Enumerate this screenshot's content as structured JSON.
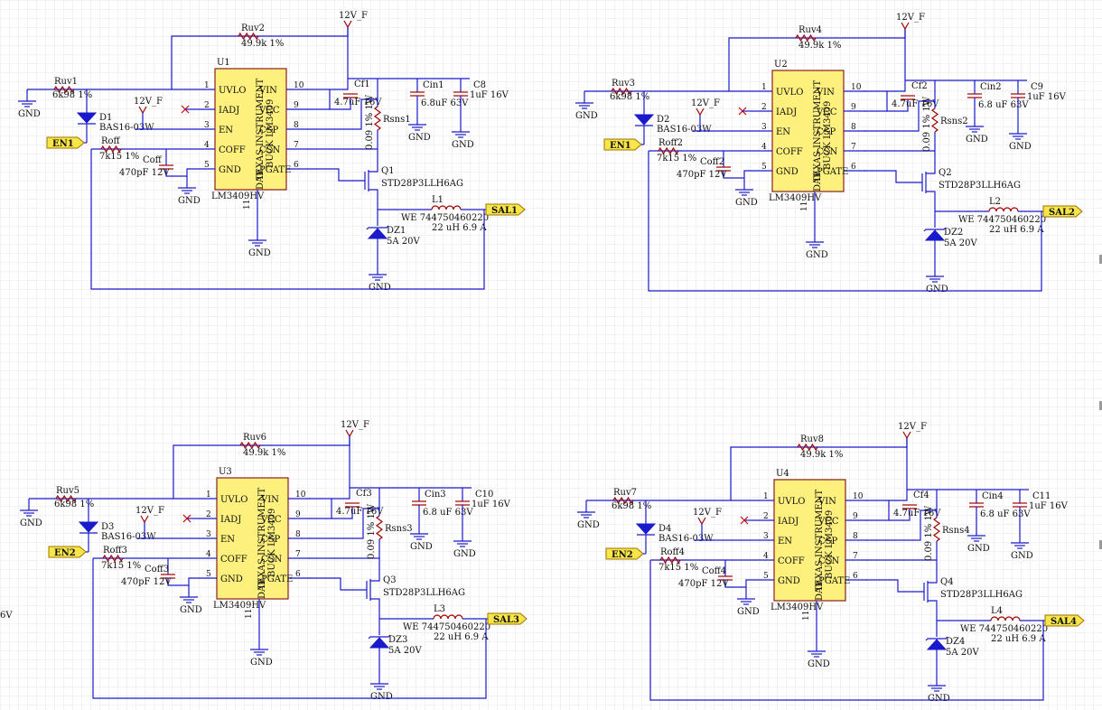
{
  "diagram": {
    "supply_net": "12V_F",
    "ground_net": "GND",
    "ic": {
      "brand_line1": "TEXAS INSTRUMENT",
      "brand_line2": "BUCK LM3409",
      "part": "LM3409HV",
      "dap": "DAP",
      "pins_left": [
        {
          "num": "1",
          "name": "UVLO"
        },
        {
          "num": "2",
          "name": "IADJ"
        },
        {
          "num": "3",
          "name": "EN"
        },
        {
          "num": "4",
          "name": "COFF"
        },
        {
          "num": "5",
          "name": "GND"
        }
      ],
      "pins_right": [
        {
          "num": "10",
          "name": "VIN"
        },
        {
          "num": "9",
          "name": "VCC"
        },
        {
          "num": "8",
          "name": "CSP"
        },
        {
          "num": "7",
          "name": "CSN"
        },
        {
          "num": "6",
          "name": "PGATE"
        }
      ],
      "pin_11": "11"
    },
    "left_edge_text": "6V",
    "channels": [
      {
        "u": "U1",
        "ruv_top": "Ruv2",
        "ruv_top_val": "49.9k 1%",
        "ruv_bot": "Ruv1",
        "ruv_bot_val": "6k98 1%",
        "diode": "D1",
        "diode_part": "BAS16-03W",
        "en": "EN1",
        "roff": "Roff",
        "roff_val": "7k15 1%",
        "coff": "Coff",
        "coff_val": "470pF 12V",
        "cf": "Cf1",
        "cf_val": "4.7uF 16V",
        "rsns": "Rsns1",
        "rsns_val": "0.09 1% 1W",
        "cin": "Cin1",
        "cin_val": "6.8uF 63V",
        "c": "C8",
        "c_val": "1uF 16V",
        "q": "Q1",
        "q_part": "STD28P3LLH6AG",
        "l": "L1",
        "l_part": "WE 744750460220",
        "l_val": "22 uH 6.9 A",
        "dz": "DZ1",
        "dz_val": "5A 20V",
        "sal": "SAL1"
      },
      {
        "u": "U2",
        "ruv_top": "Ruv4",
        "ruv_top_val": "49.9k 1%",
        "ruv_bot": "Ruv3",
        "ruv_bot_val": "6k98 1%",
        "diode": "D2",
        "diode_part": "BAS16-03W",
        "en": "EN1",
        "roff": "Roff2",
        "roff_val": "7k15 1%",
        "coff": "Coff2",
        "coff_val": "470pF 12V",
        "cf": "Cf2",
        "cf_val": "4.7uF 16V",
        "rsns": "Rsns2",
        "rsns_val": "0.09 1% 1W",
        "cin": "Cin2",
        "cin_val": "6.8 uF 63V",
        "c": "C9",
        "c_val": "1uF 16V",
        "q": "Q2",
        "q_part": "STD28P3LLH6AG",
        "l": "L2",
        "l_part": "WE 744750460220",
        "l_val": "22 uH 6.9 A",
        "dz": "DZ2",
        "dz_val": "5A 20V",
        "sal": "SAL2"
      },
      {
        "u": "U3",
        "ruv_top": "Ruv6",
        "ruv_top_val": "49.9k 1%",
        "ruv_bot": "Ruv5",
        "ruv_bot_val": "6k98 1%",
        "diode": "D3",
        "diode_part": "BAS16-03W",
        "en": "EN2",
        "roff": "Roff3",
        "roff_val": "7k15 1%",
        "coff": "Coff3",
        "coff_val": "470pF 12V",
        "cf": "Cf3",
        "cf_val": "4.7uF 16V",
        "rsns": "Rsns3",
        "rsns_val": "0.09 1% 1W",
        "cin": "Cin3",
        "cin_val": "6.8 uF 63V",
        "c": "C10",
        "c_val": "1uF 16V",
        "q": "Q3",
        "q_part": "STD28P3LLH6AG",
        "l": "L3",
        "l_part": "WE 744750460220",
        "l_val": "22 uH 6.9 A",
        "dz": "DZ3",
        "dz_val": "5A 20V",
        "sal": "SAL3"
      },
      {
        "u": "U4",
        "ruv_top": "Ruv8",
        "ruv_top_val": "49.9k 1%",
        "ruv_bot": "Ruv7",
        "ruv_bot_val": "6k98 1%",
        "diode": "D4",
        "diode_part": "BAS16-03W",
        "en": "EN2",
        "roff": "Roff4",
        "roff_val": "7k15 1%",
        "coff": "Coff4",
        "coff_val": "470pF 12V",
        "cf": "Cf4",
        "cf_val": "4.7uF 16V",
        "rsns": "Rsns4",
        "rsns_val": "0.09 1% 1W",
        "cin": "Cin4",
        "cin_val": "6.8 uF 63V",
        "c": "C11",
        "c_val": "1uF 16V",
        "q": "Q4",
        "q_part": "STD28P3LLH6AG",
        "l": "L4",
        "l_part": "WE 744750460220",
        "l_val": "22 uH 6.9 A",
        "dz": "DZ4",
        "dz_val": "5A 20V",
        "sal": "SAL4"
      }
    ]
  },
  "colors": {
    "wire": "#1a1acc",
    "component": "#a00000",
    "ic_fill": "#fdf07c",
    "tag_fill": "#f7e64a",
    "grid": "#f1f1f1",
    "background": "#ffffff"
  }
}
